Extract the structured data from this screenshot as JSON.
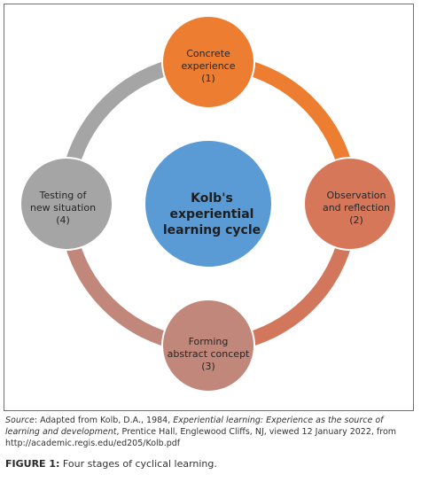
{
  "diagram": {
    "center": {
      "lines": [
        "Kolb's",
        "experiential",
        "learning cycle"
      ],
      "color": "#5b9bd5"
    },
    "nodes": [
      {
        "lines": [
          "Concrete",
          "experience",
          "(1)"
        ],
        "color": "#ed7d31"
      },
      {
        "lines": [
          "Observation",
          "and reflection",
          "(2)"
        ],
        "color": "#d7775a"
      },
      {
        "lines": [
          "Forming",
          "abstract concept",
          "(3)"
        ],
        "color": "#c0877a"
      },
      {
        "lines": [
          "Testing of",
          "new situation",
          "(4)"
        ],
        "color": "#a5a5a5"
      }
    ],
    "arc_colors": [
      "#ed7d31",
      "#d2765c",
      "#c0877a",
      "#a5a5a5"
    ]
  },
  "source": {
    "label": "Source",
    "part1": ": Adapted from Kolb, D.A., 1984, ",
    "title": "Experiential learning: Experience as the source of learning and development",
    "part2": ", Prentice Hall, Englewood Cliffs, NJ, viewed 12 January 2022, from http://academic.regis.edu/ed205/Kolb.pdf"
  },
  "caption": {
    "label": "FIGURE 1:",
    "text": " Four stages of cyclical learning."
  }
}
